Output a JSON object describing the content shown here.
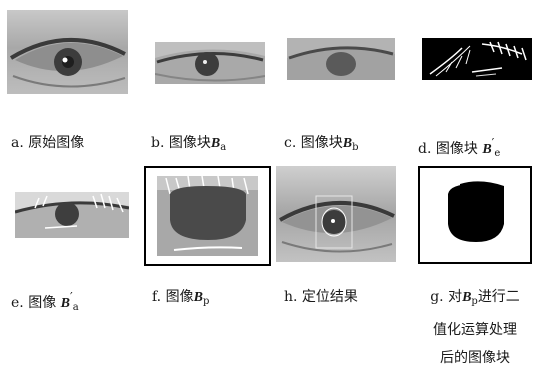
{
  "figure": {
    "panels": [
      {
        "id": "a",
        "prefix": "a.",
        "text": "原始图像"
      },
      {
        "id": "b",
        "prefix": "b.",
        "text": "图像块",
        "sym": "B",
        "sub": "a"
      },
      {
        "id": "c",
        "prefix": "c.",
        "text": "图像块",
        "sym": "B",
        "sub": "b"
      },
      {
        "id": "d",
        "prefix": "d.",
        "text": "图像块 ",
        "sym": "B",
        "sup": "′",
        "sub": "e"
      },
      {
        "id": "e",
        "prefix": "e.",
        "text": "图像 ",
        "sym": "B",
        "sup": "′",
        "sub": "a"
      },
      {
        "id": "f",
        "prefix": "f.",
        "text": "图像",
        "sym": "B",
        "sub": "p"
      },
      {
        "id": "h",
        "prefix": "h.",
        "text": "定位结果"
      },
      {
        "id": "g",
        "prefix": "g.",
        "line1_pre": "对",
        "sym": "B",
        "sub": "p",
        "line1_post": "进行二",
        "line2": "值化运算处理",
        "line3": "后的图像块"
      }
    ]
  }
}
